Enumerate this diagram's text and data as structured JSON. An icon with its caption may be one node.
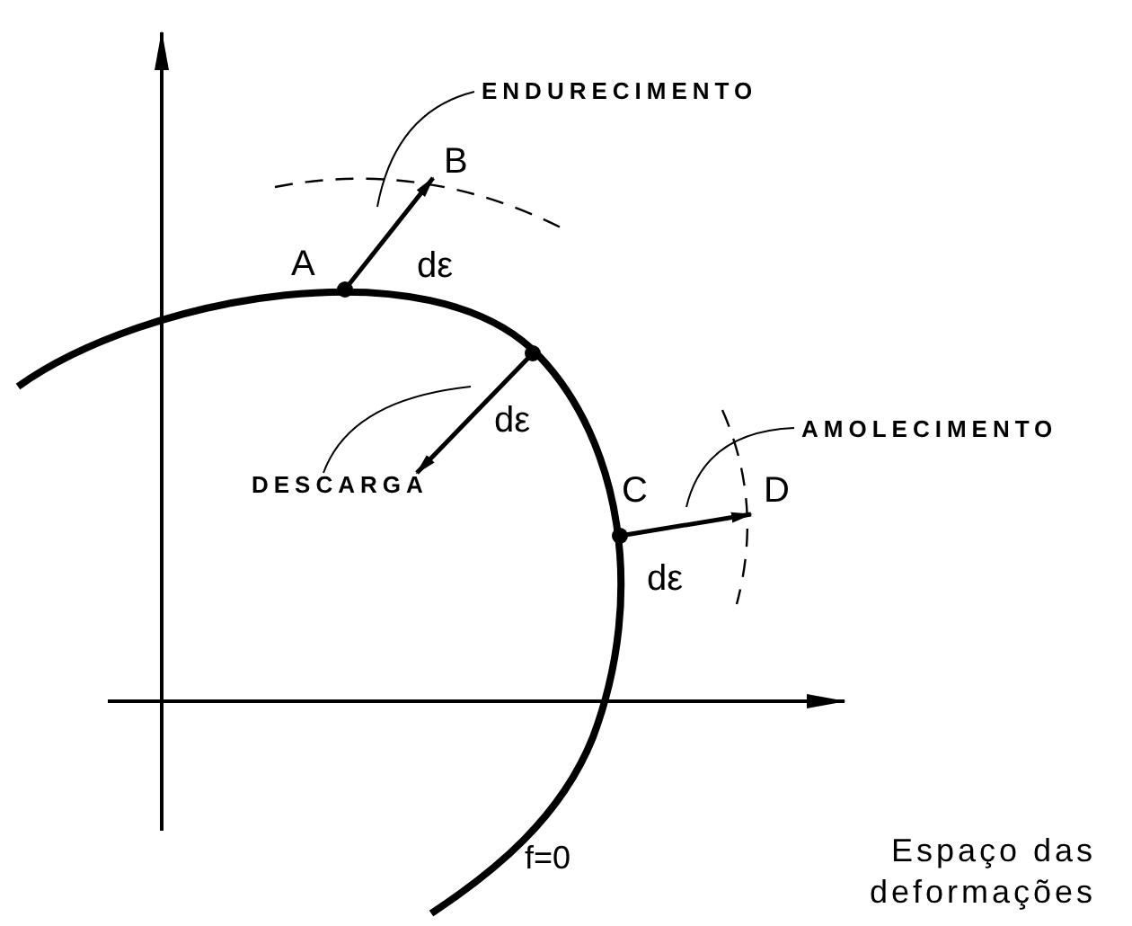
{
  "diagram": {
    "nodes": [
      {
        "text": [
          "ENDURECIMENTO"
        ]
      },
      {
        "text": [
          "A"
        ]
      },
      {
        "text": [
          "B"
        ]
      },
      {
        "text": [],
        "shape": "circle"
      },
      {
        "text": [
          "DESCARGA"
        ]
      },
      {
        "text": [
          "C"
        ]
      },
      {
        "text": [
          "D"
        ]
      },
      {
        "text": [
          "AMOLECIMENTO"
        ]
      }
    ],
    "edges": [
      {
        "from": 1,
        "to": 2,
        "arrow": "to",
        "label": "dε",
        "style": "thick"
      },
      {
        "from": 3,
        "to": 4,
        "arrow": "to",
        "label": "dε",
        "style": "thick"
      },
      {
        "from": 5,
        "to": 6,
        "arrow": "to",
        "label": "dε",
        "style": "thick"
      },
      {
        "from": 0,
        "to": null,
        "arrow": "none"
      },
      {
        "from": 4,
        "to": null,
        "arrow": "none"
      },
      {
        "from": 7,
        "to": null,
        "arrow": "none"
      }
    ],
    "labels": [
      "Espaço das deformações",
      "f=0"
    ]
  }
}
